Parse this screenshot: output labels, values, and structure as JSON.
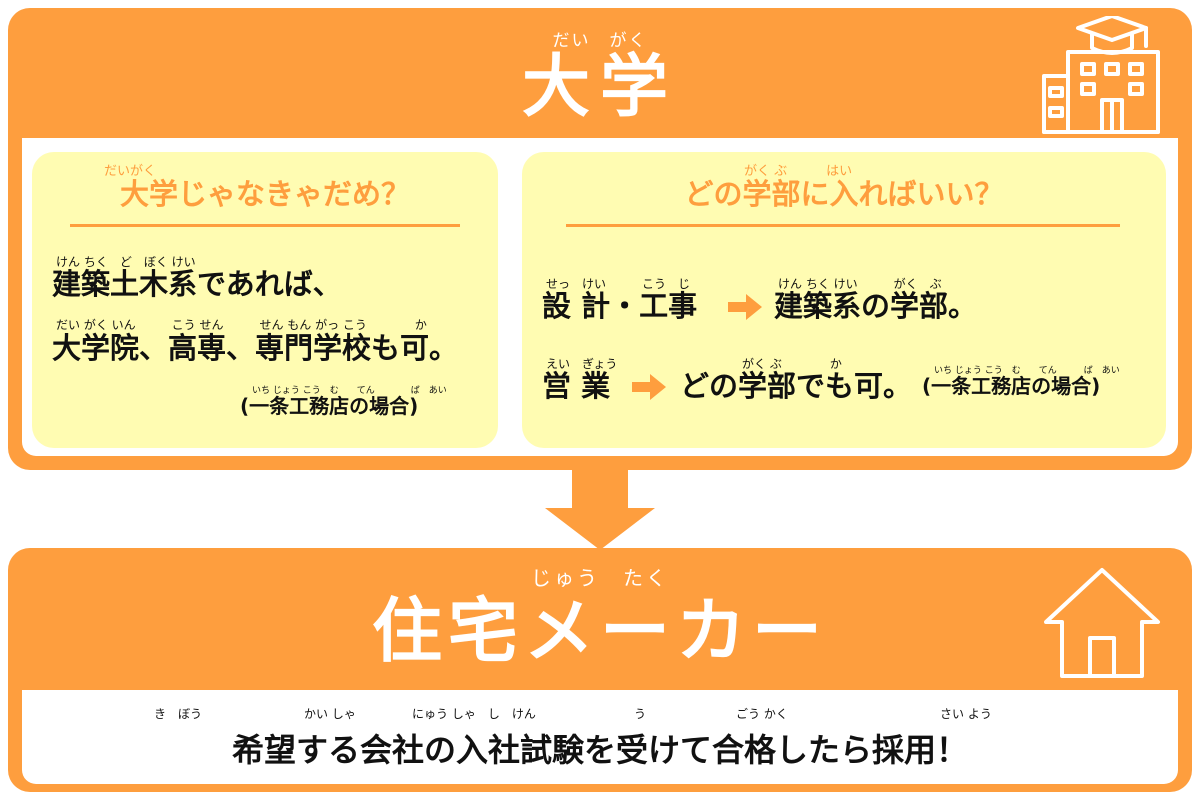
{
  "university": {
    "ruby": "だい　がく",
    "title": "大学",
    "left_panel": {
      "heading_ruby": "だいがく",
      "heading": "大学じゃなきゃだめ？",
      "line1_ruby": "けん ちく　ど　ぼく けい",
      "line1": "建築土木系であれば、",
      "line2_ruby": "だい がく いん　　　こう せん　　　せん もん がっ こう　　　　か",
      "line2": "大学院、高専、専門学校も可。",
      "note_ruby": "いち じょう こう　む　　てん　　　　ば　あい",
      "note": "(一条工務店の場合)"
    },
    "right_panel": {
      "heading_ruby": "がく ぶ　　　はい",
      "heading": "どの学部に入ればいい？",
      "row1_left_ruby": "せっ　けい　　　こう　じ",
      "row1_left": "設 計・工事",
      "row1_right_ruby": "けん ちく けい　　　がく　ぶ",
      "row1_right": "建築系の学部。",
      "row2_left_ruby": "えい　ぎょう",
      "row2_left": "営 業",
      "row2_right_ruby": "がく ぶ　　　　か",
      "row2_right": "どの学部でも可。",
      "row2_note_ruby": "いち じょう こう　む　　てん　　　ば　あい",
      "row2_note": "(一条工務店の場合)"
    }
  },
  "house_maker": {
    "ruby": "じゅう　たく",
    "title": "住宅メーカー",
    "bottom_ruby": {
      "r1": "き　ぼう",
      "r2": "かい しゃ",
      "r3": "にゅう しゃ　し　けん",
      "r4": "う",
      "r5": "ごう かく",
      "r6": "さい よう"
    },
    "bottom_text": "希望する会社の入社試験を受けて合格したら採用！"
  },
  "colors": {
    "accent": "#FE9E3E",
    "panel_bg": "#FFFCB2",
    "text": "#111111",
    "white": "#FFFFFF"
  },
  "icons": {
    "top": "university-building-icon",
    "bottom": "house-icon",
    "flow": "down-arrow-icon",
    "row_arrow": "right-arrow-icon"
  }
}
